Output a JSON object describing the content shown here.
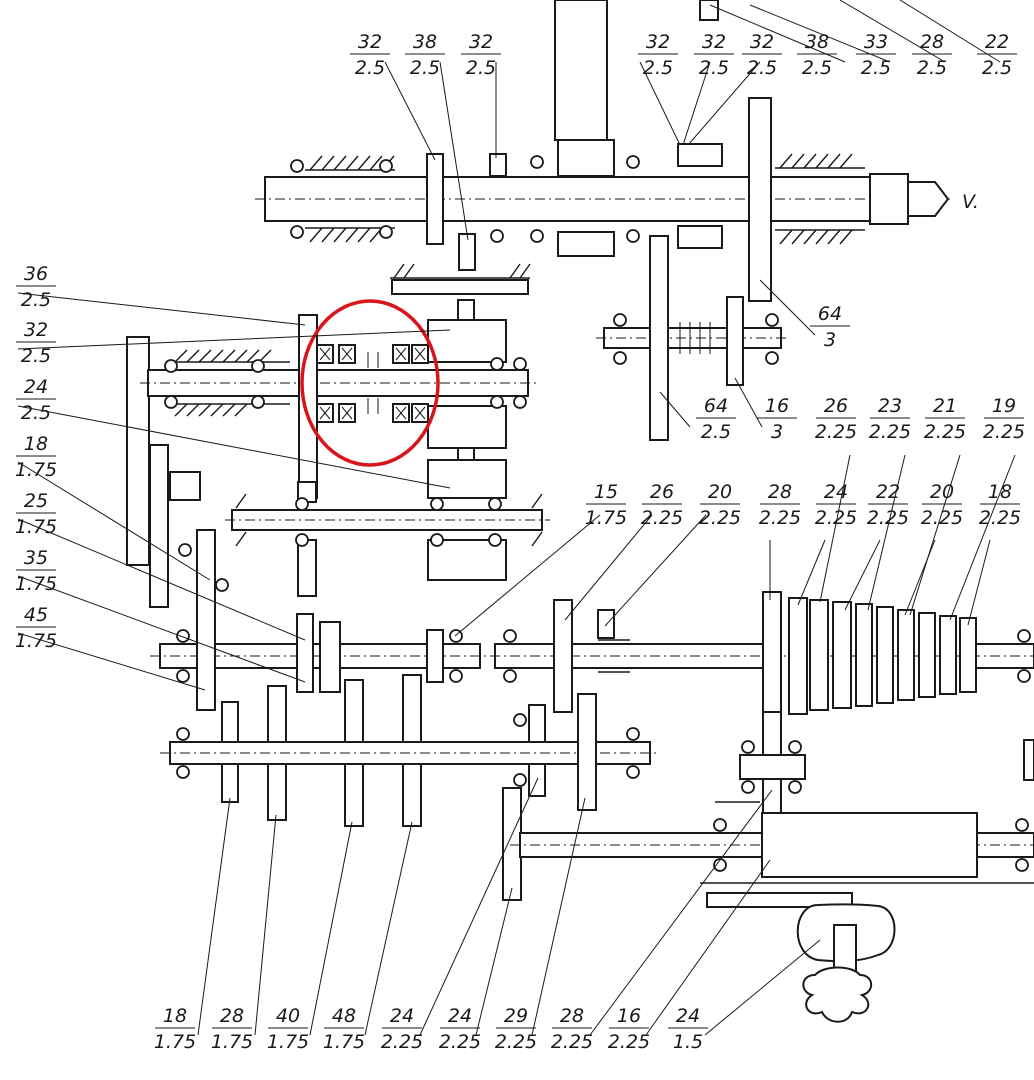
{
  "arrow_label": "V.",
  "labels": [
    {
      "id": "l-top-32a",
      "num": "32",
      "den": "2.5"
    },
    {
      "id": "l-top-38a",
      "num": "38",
      "den": "2.5"
    },
    {
      "id": "l-top-32b",
      "num": "32",
      "den": "2.5"
    },
    {
      "id": "l-top-32c",
      "num": "32",
      "den": "2.5"
    },
    {
      "id": "l-top-32d",
      "num": "32",
      "den": "2.5"
    },
    {
      "id": "l-top-32e",
      "num": "32",
      "den": "2.5"
    },
    {
      "id": "l-top-38b",
      "num": "38",
      "den": "2.5"
    },
    {
      "id": "l-top-33",
      "num": "33",
      "den": "2.5"
    },
    {
      "id": "l-top-28",
      "num": "28",
      "den": "2.5"
    },
    {
      "id": "l-top-22",
      "num": "22",
      "den": "2.5"
    },
    {
      "id": "l-left-36",
      "num": "36",
      "den": "2.5"
    },
    {
      "id": "l-left-32",
      "num": "32",
      "den": "2.5"
    },
    {
      "id": "l-left-24",
      "num": "24",
      "den": "2.5"
    },
    {
      "id": "l-left-18",
      "num": "18",
      "den": "1.75"
    },
    {
      "id": "l-left-25",
      "num": "25",
      "den": "1.75"
    },
    {
      "id": "l-left-35",
      "num": "35",
      "den": "1.75"
    },
    {
      "id": "l-left-45",
      "num": "45",
      "den": "1.75"
    },
    {
      "id": "l-mid-64a",
      "num": "64",
      "den": "3"
    },
    {
      "id": "l-mid-64b",
      "num": "64",
      "den": "2.5"
    },
    {
      "id": "l-mid-16",
      "num": "16",
      "den": "3"
    },
    {
      "id": "l-r-26",
      "num": "26",
      "den": "2.25"
    },
    {
      "id": "l-r-23",
      "num": "23",
      "den": "2.25"
    },
    {
      "id": "l-r-21",
      "num": "21",
      "den": "2.25"
    },
    {
      "id": "l-r-19",
      "num": "19",
      "den": "2.25"
    },
    {
      "id": "l-m-15",
      "num": "15",
      "den": "1.75"
    },
    {
      "id": "l-m-26",
      "num": "26",
      "den": "2.25"
    },
    {
      "id": "l-m-20",
      "num": "20",
      "den": "2.25"
    },
    {
      "id": "l-c-28",
      "num": "28",
      "den": "2.25"
    },
    {
      "id": "l-c-24",
      "num": "24",
      "den": "2.25"
    },
    {
      "id": "l-c-22",
      "num": "22",
      "den": "2.25"
    },
    {
      "id": "l-c-20",
      "num": "20",
      "den": "2.25"
    },
    {
      "id": "l-c-18",
      "num": "18",
      "den": "2.25"
    },
    {
      "id": "l-b-18",
      "num": "18",
      "den": "1.75"
    },
    {
      "id": "l-b-28a",
      "num": "28",
      "den": "1.75"
    },
    {
      "id": "l-b-40",
      "num": "40",
      "den": "1.75"
    },
    {
      "id": "l-b-48",
      "num": "48",
      "den": "1.75"
    },
    {
      "id": "l-b-24a",
      "num": "24",
      "den": "2.25"
    },
    {
      "id": "l-b-24b",
      "num": "24",
      "den": "2.25"
    },
    {
      "id": "l-b-29",
      "num": "29",
      "den": "2.25"
    },
    {
      "id": "l-b-28b",
      "num": "28",
      "den": "2.25"
    },
    {
      "id": "l-b-16",
      "num": "16",
      "den": "2.25"
    },
    {
      "id": "l-b-24c",
      "num": "24",
      "den": "1.5"
    }
  ],
  "highlight_color": "#d8151b",
  "ink_color": "#1a1a1a"
}
